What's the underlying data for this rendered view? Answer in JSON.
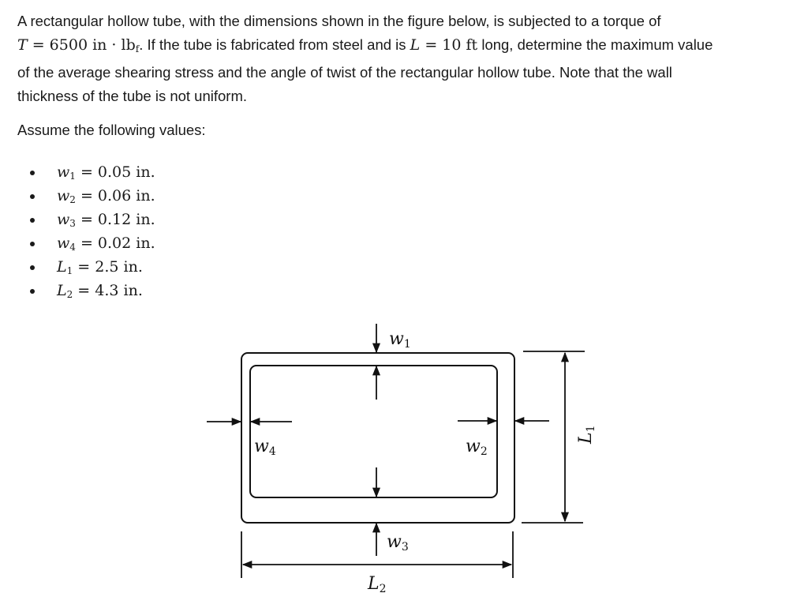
{
  "problem": {
    "line1": "A rectangular hollow tube, with the dimensions shown in the figure below, is subjected to a torque of",
    "torque_symbol": "T",
    "torque_eq": " = 6500 in · lb",
    "torque_sub": "f",
    "line2_text": ". If the tube is fabricated from steel and is ",
    "length_symbol": "L",
    "length_eq": " = 10 ft",
    "line2_end": " long, determine the maximum value",
    "line3": "of the average shearing stress and the angle of twist of the rectangular hollow tube. Note that the wall",
    "line4": "thickness of the tube is not uniform."
  },
  "assume_label": "Assume the following values:",
  "values": [
    {
      "symbol": "w",
      "sub": "1",
      "value": " = 0.05 in."
    },
    {
      "symbol": "w",
      "sub": "2",
      "value": " = 0.06 in."
    },
    {
      "symbol": "w",
      "sub": "3",
      "value": " = 0.12 in."
    },
    {
      "symbol": "w",
      "sub": "4",
      "value": " = 0.02 in."
    },
    {
      "symbol": "L",
      "sub": "1",
      "value": " = 2.5 in."
    },
    {
      "symbol": "L",
      "sub": "2",
      "value": " = 4.3 in."
    }
  ],
  "figure": {
    "labels": {
      "w1": "w",
      "w1_sub": "1",
      "w2": "w",
      "w2_sub": "2",
      "w3": "w",
      "w3_sub": "3",
      "w4": "w",
      "w4_sub": "4",
      "L1": "L",
      "L1_sub": "1",
      "L2": "L",
      "L2_sub": "2"
    }
  }
}
